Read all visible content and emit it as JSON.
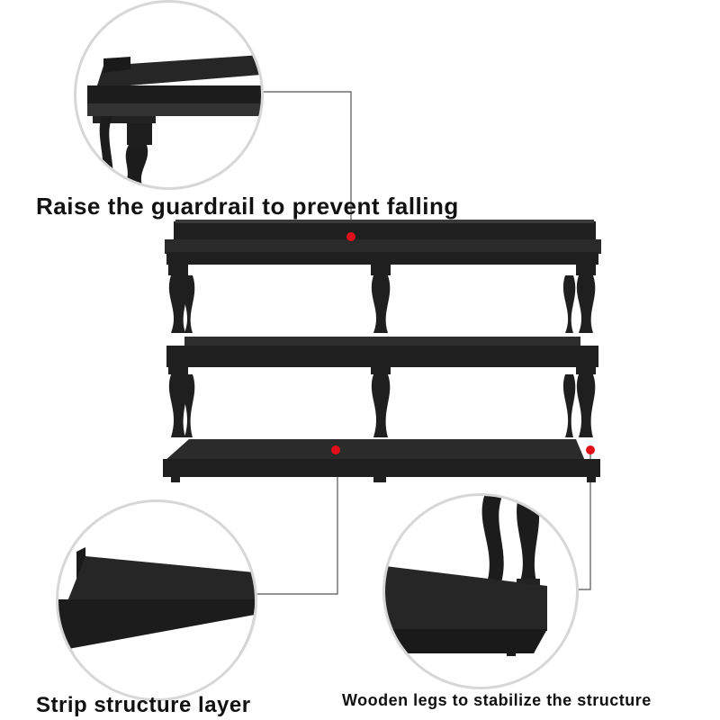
{
  "captions": {
    "guardrail": "Raise the guardrail to prevent falling",
    "strip": "Strip structure layer",
    "legs": "Wooden legs to stabilize the structure"
  },
  "colors": {
    "wood": "#1f1f1f",
    "wood_edge": "#3a3a3a",
    "marker": "#e0101a",
    "circle_border": "#d7d7d7",
    "leader_line": "#555555"
  }
}
